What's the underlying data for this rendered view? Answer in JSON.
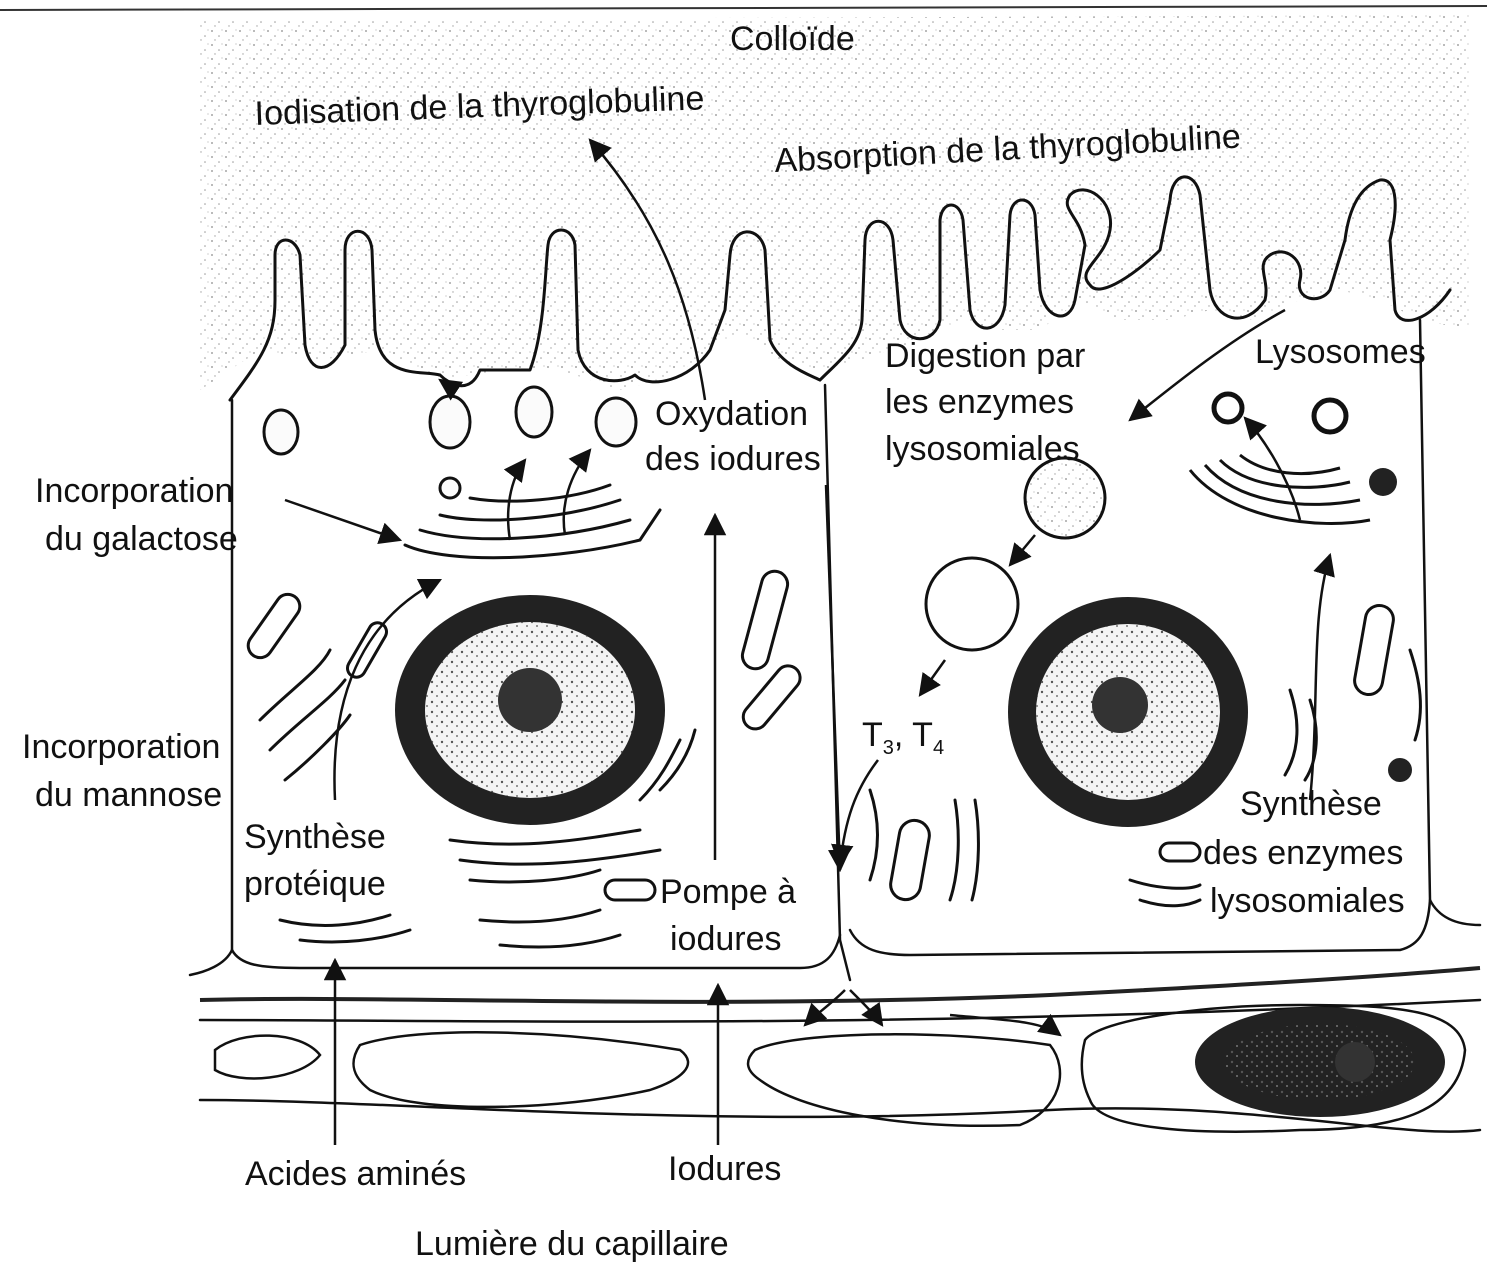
{
  "labels": {
    "colloid": "Colloïde",
    "iodination": "Iodisation de la thyroglobuline",
    "absorption": "Absorption de la thyroglobuline",
    "digestion_1": "Digestion par",
    "digestion_2": "les enzymes",
    "digestion_3": "lysosomiales",
    "lysosomes": "Lysosomes",
    "oxidation_1": "Oxydation",
    "oxidation_2": "des iodures",
    "galactose_1": "Incorporation",
    "galactose_2": "du galactose",
    "mannose_1": "Incorporation",
    "mannose_2": "du mannose",
    "protein_synthesis_1": "Synthèse",
    "protein_synthesis_2": "protéique",
    "iodide_pump_1": "Pompe à",
    "iodide_pump_2": "iodures",
    "t3_main": "T",
    "t3_sub": "3",
    "t4_main": ", T",
    "t4_sub": "4",
    "enzyme_synthesis_1": "Synthèse",
    "enzyme_synthesis_2": "des enzymes",
    "enzyme_synthesis_3": "lysosomiales",
    "amino_acids": "Acides aminés",
    "iodides": "Iodures",
    "capillary_lumen": "Lumière du capillaire"
  },
  "colors": {
    "ink": "#111111",
    "colloid_stipple": "#9a9a9a",
    "paper": "#ffffff"
  }
}
